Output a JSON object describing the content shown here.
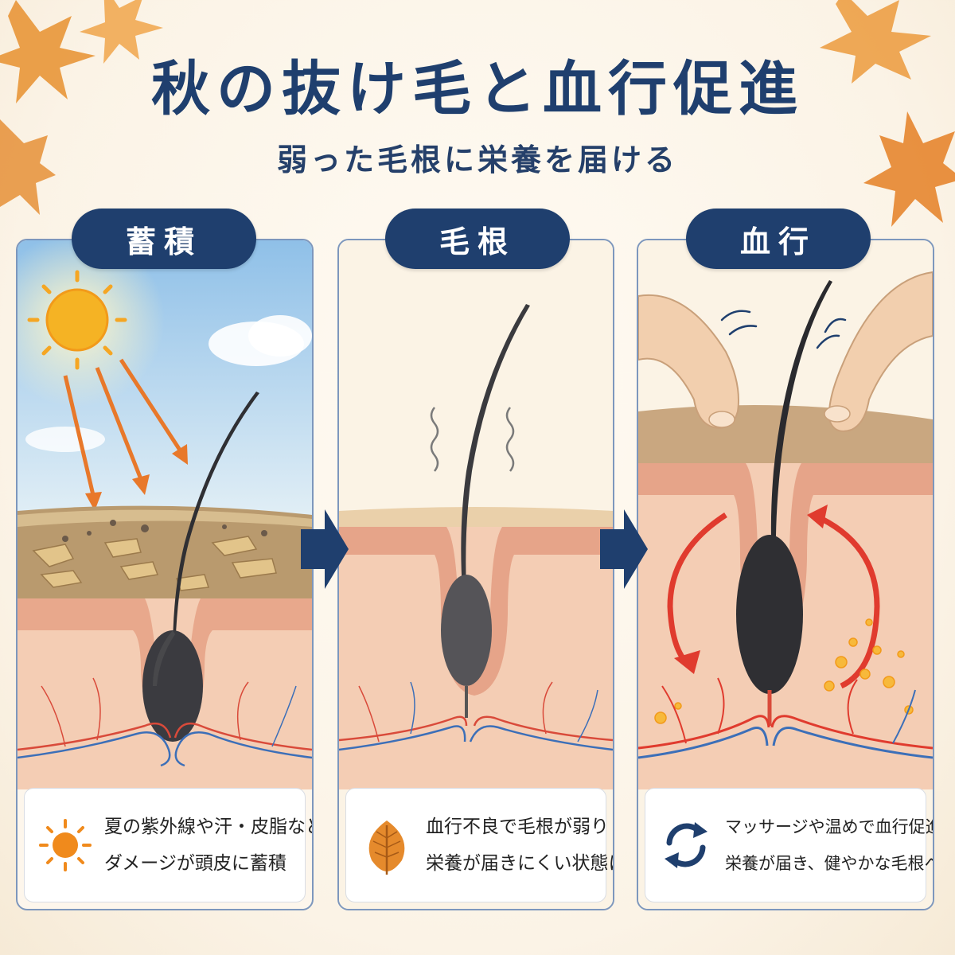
{
  "header": {
    "title": "秋の抜け毛と血行促進",
    "subtitle": "弱った毛根に栄養を届ける"
  },
  "panels": [
    {
      "label": "蓄積",
      "caption_line1": "夏の紫外線や汗・皮脂など",
      "caption_line2": "ダメージが頭皮に蓄積",
      "icon": "sun-icon"
    },
    {
      "label": "毛根",
      "caption_line1": "血行不良で毛根が弱り",
      "caption_line2": "栄養が届きにくい状態に",
      "icon": "leaf-icon"
    },
    {
      "label": "血行",
      "caption_line1": "マッサージや温めで血行促進",
      "caption_line2": "栄養が届き、健やかな毛根へ",
      "icon": "cycle-arrows-icon"
    }
  ],
  "colors": {
    "navy": "#1f3f6e",
    "skin": "#f4cdb4",
    "vein_red": "#d94a3a",
    "vein_blue": "#3c6fb8",
    "autumn_orange": "#e8872a"
  }
}
